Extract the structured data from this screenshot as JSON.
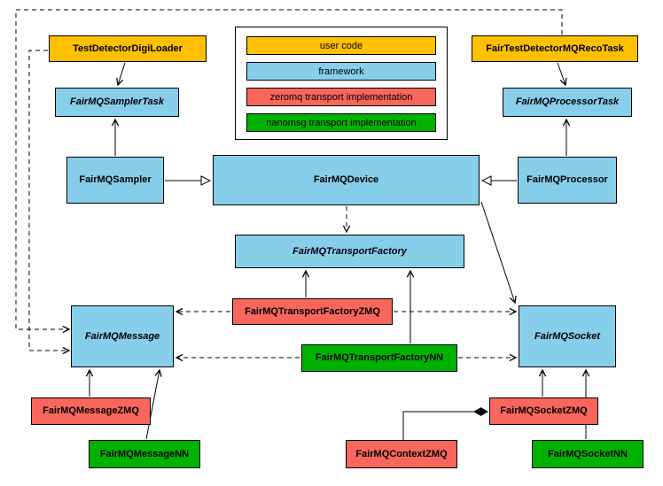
{
  "colors": {
    "user_code": "#FFC000",
    "framework": "#87CEEB",
    "zeromq": "#F8665C",
    "nanomsg": "#00B200",
    "background": "#FFFFFF",
    "line": "#000000"
  },
  "legend": {
    "items": [
      {
        "label": "user code"
      },
      {
        "label": "framework"
      },
      {
        "label": "zeromq transport implementation"
      },
      {
        "label": "nanomsg transport implementation"
      }
    ]
  },
  "nodes": {
    "testDetectorDigiLoader": {
      "label": "TestDetectorDigiLoader"
    },
    "fairTestDetectorMQRecoTask": {
      "label": "FairTestDetectorMQRecoTask"
    },
    "fairMQSamplerTask": {
      "label": "FairMQSamplerTask"
    },
    "fairMQProcessorTask": {
      "label": "FairMQProcessorTask"
    },
    "fairMQSampler": {
      "label": "FairMQSampler"
    },
    "fairMQDevice": {
      "label": "FairMQDevice"
    },
    "fairMQProcessor": {
      "label": "FairMQProcessor"
    },
    "fairMQTransportFactory": {
      "label": "FairMQTransportFactory"
    },
    "fairMQTransportFactoryZMQ": {
      "label": "FairMQTransportFactoryZMQ"
    },
    "fairMQTransportFactoryNN": {
      "label": "FairMQTransportFactoryNN"
    },
    "fairMQMessage": {
      "label": "FairMQMessage"
    },
    "fairMQSocket": {
      "label": "FairMQSocket"
    },
    "fairMQMessageZMQ": {
      "label": "FairMQMessageZMQ"
    },
    "fairMQMessageNN": {
      "label": "FairMQMessageNN"
    },
    "fairMQSocketZMQ": {
      "label": "FairMQSocketZMQ"
    },
    "fairMQContextZMQ": {
      "label": "FairMQContextZMQ"
    },
    "fairMQSocketNN": {
      "label": "FairMQSocketNN"
    }
  }
}
